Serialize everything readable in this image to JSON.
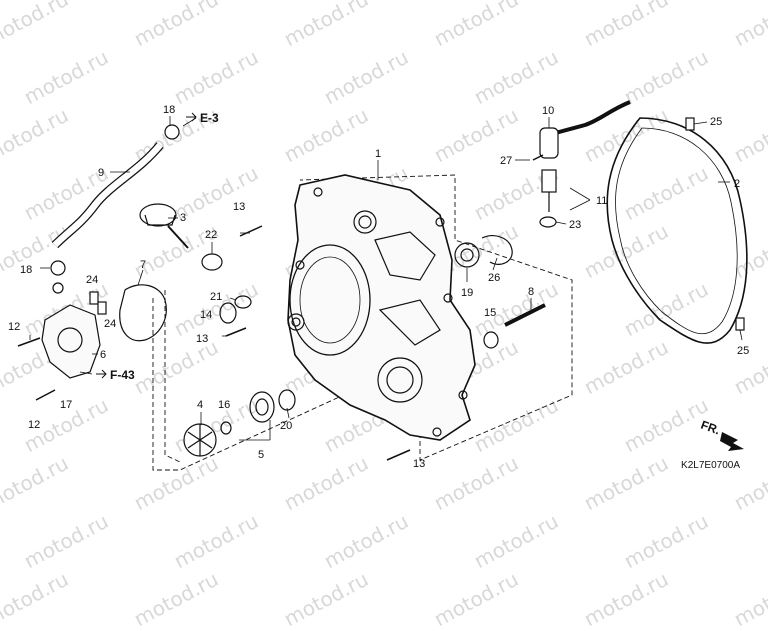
{
  "watermark": "motod.ru",
  "diagram_code": "K2L7E0700A",
  "direction_label": "FR.",
  "refs": {
    "e3": "E-3",
    "f43": "F-43"
  },
  "callouts": [
    "1",
    "2",
    "3",
    "4",
    "5",
    "6",
    "7",
    "8",
    "9",
    "10",
    "11",
    "12",
    "12",
    "13",
    "13",
    "13",
    "14",
    "15",
    "16",
    "17",
    "18",
    "18",
    "19",
    "20",
    "21",
    "22",
    "23",
    "24",
    "24",
    "25",
    "25",
    "26",
    "27"
  ]
}
